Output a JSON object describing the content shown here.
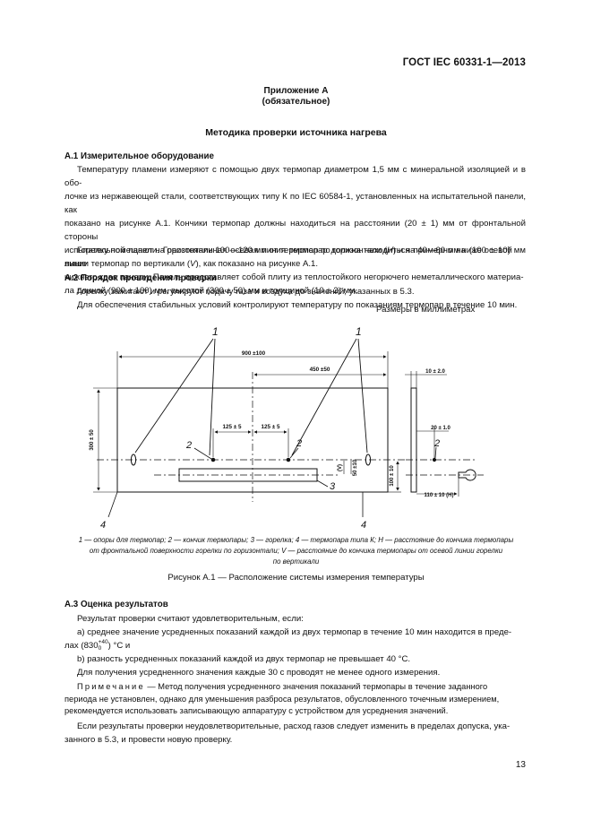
{
  "header": {
    "standard": "ГОСТ IEC 60331-1—2013"
  },
  "appendix": {
    "title": "Приложение А",
    "status": "(обязательное)"
  },
  "method_title": "Методика проверки источника нагрева",
  "a1": {
    "title": "А.1 Измерительное оборудование",
    "p1_l1": "Температуру пламени измеряют с помощью двух термопар диаметром 1,5 мм с минеральной изоляцией и в обо-",
    "p1_l2": "лочке из нержавеющей стали, соответствующих типу К по IEC 60584-1, установленных на испытательной панели, как",
    "p1_l3": "показано на рисунке А.1. Кончики термопар должны находиться на расстоянии (20 ± 1) мм от фронтальной стороны",
    "p1_l4": "испытательной панели. Горизонтальная осевая линия термопар должна находиться примерно на (100 ± 10) мм выше",
    "p1_l5": "нижнего края панели. Панель представляет собой плиту из теплостойкого негорючего неметаллического материа-",
    "p1_l6": "ла длиной (900 ± 100) мм, высотой (300 ± 50) мм и толщиной (10 ± 2) мм.",
    "p2_l1a": "Горелку помещают на расстоянии 100—120 мм от термопар по горизонтали (",
    "p2_H": "H",
    "p2_l1b": ") и на 40—60 мм ниже осевой",
    "p2_l2a": "линии термопар по вертикали (",
    "p2_V": "V",
    "p2_l2b": "), как показано на рисунке А.1."
  },
  "a2": {
    "title": "А.2 Порядок проведения проверки",
    "p1": "Горелку зажигают и регулируют подачу газа и воздуха до значений, указанных в 5.3.",
    "p2": "Для обеспечения стабильных условий контролируют температуру по показаниям термопар в течение 10 мин."
  },
  "figure": {
    "units_note": "Размеры в миллиметрах",
    "label_1": "1",
    "label_2": "2",
    "label_3": "3",
    "label_4": "4",
    "dim_900": "900 ±100",
    "dim_450": "450 ±50",
    "dim_125a": "125 ± 5",
    "dim_125b": "125 ± 5",
    "dim_300": "300 ± 50",
    "dim_V": "(V)",
    "dim_50": "50 ±10",
    "dim_100": "100 ± 10",
    "dim_10": "10 ± 2.0",
    "dim_20": "20 ± 1.0",
    "dim_110": "110 ± 10 (H)",
    "legend_l1": "1 — опоры для термопар; 2 — кончик термопары; 3 — горелка; 4 — термопара типа К; H — расстояние до кончика термопары",
    "legend_l2": "от фронтальной поверхности горелки по горизонтали; V — расстояние до кончика термопары от осевой линии горелки",
    "legend_l3": "по вертикали",
    "caption": "Рисунок А.1 — Расположение системы измерения температуры"
  },
  "a3": {
    "title": "А.3 Оценка результатов",
    "intro": "Результат проверки считают удовлетворительным, если:",
    "item_a_l1": "а) среднее значение усредненных показаний каждой из двух термопар в течение 10 мин находится в преде-",
    "item_a_l2a": "лах (830",
    "item_a_sup": "+40",
    "item_a_sub": "0",
    "item_a_l2b": ") °С и",
    "item_b": "b) разность усредненных показаний каждой из двух термопар не превышает 40 °С.",
    "avg_note": "Для получения усредненного значения каждые 30 с проводят не менее одного измерения.",
    "note_label": "Примечание",
    "note_l1": "— Метод получения усредненного значения показаний термопары в течение заданного",
    "note_l2": "периода не установлен, однако для уменьшения разброса результатов, обусловленного точечным измерением,",
    "note_l3": "рекомендуется использовать записывающую аппаратуру с устройством для усреднения значений.",
    "final_l1": "Если результаты проверки неудовлетворительные, расход газов следует изменить в пределах допуска, ука-",
    "final_l2": "занного в 5.3, и провести новую проверку."
  },
  "page_number": "13"
}
